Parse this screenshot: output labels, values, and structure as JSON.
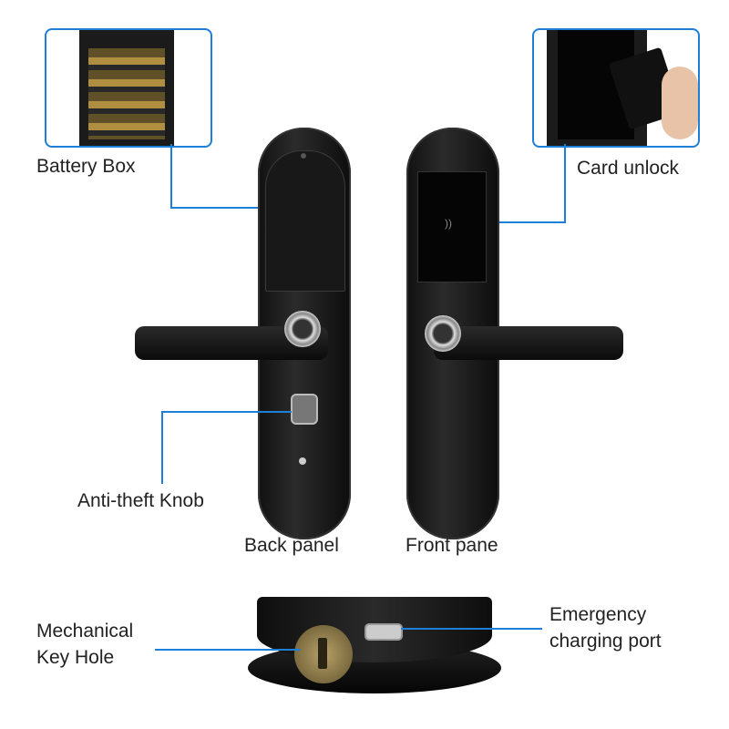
{
  "labels": {
    "battery_box": "Battery Box",
    "card_unlock": "Card unlock",
    "anti_theft_knob": "Anti-theft Knob",
    "back_panel": "Back panel",
    "front_pane": "Front pane",
    "mechanical_key_hole_1": "Mechanical",
    "mechanical_key_hole_2": "Key Hole",
    "emergency_charging_1": "Emergency",
    "emergency_charging_2": "charging port"
  },
  "colors": {
    "callout": "#1d7fd8",
    "lock_body": "#1a1a1a"
  }
}
